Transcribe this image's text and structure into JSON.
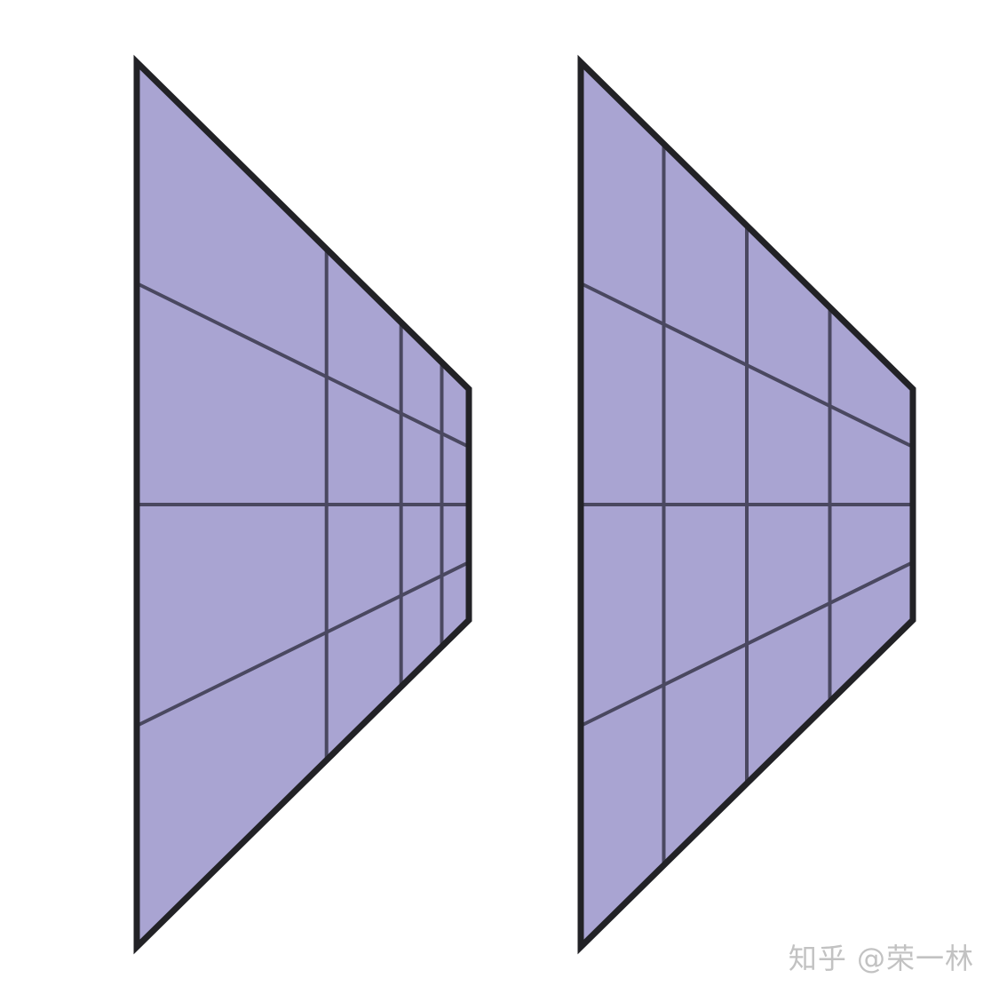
{
  "colors": {
    "panel_fill": "#a9a4d2",
    "outline": "#222226",
    "grid_line": "#4a4860",
    "background": "#ffffff",
    "watermark": "#c2c2c2"
  },
  "panels": [
    {
      "id": "left",
      "vertical_divisions": [
        0.5714,
        0.7959,
        0.9184
      ],
      "converging_lines": [
        -0.5,
        0,
        0.5
      ]
    },
    {
      "id": "right",
      "vertical_divisions": [
        0.25,
        0.5,
        0.75
      ],
      "converging_lines": [
        -0.5,
        0,
        0.5
      ]
    }
  ],
  "watermark": {
    "text": "知乎 @荣一林"
  }
}
